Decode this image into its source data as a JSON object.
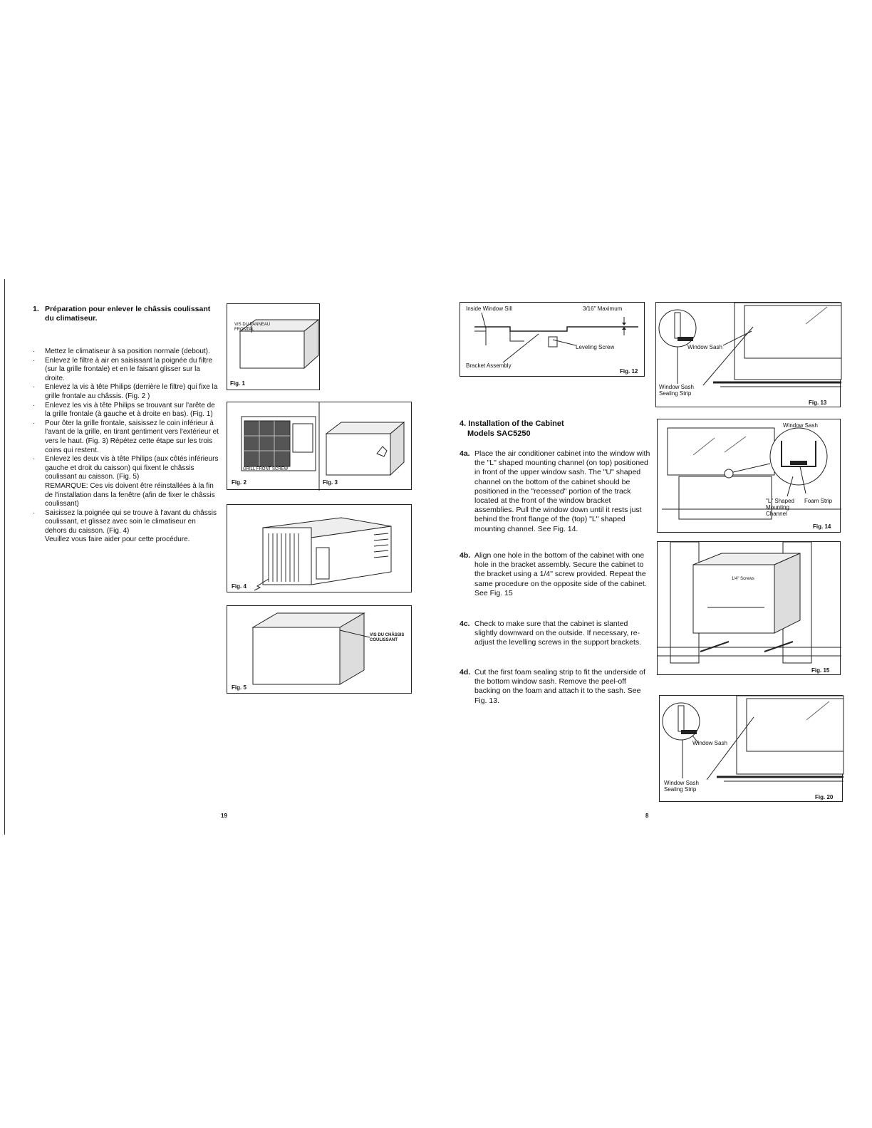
{
  "left_page": {
    "title_num": "1.",
    "title": "Préparation pour enlever le châssis coulissant du climatiseur.",
    "items": [
      {
        "bullet": true,
        "text": "Mettez le climatiseur à sa position normale (debout)."
      },
      {
        "bullet": true,
        "text": "Enlevez le filtre à air en saisissant la poignée du filtre (sur la grille frontale) et en le faisant glisser sur la droite."
      },
      {
        "bullet": true,
        "text": "Enlevez la vis à tête Philips (derrière le filtre) qui fixe la grille frontale au châssis. (Fig. 2 )"
      },
      {
        "bullet": true,
        "text": "Enlevez les vis à tête Philips se trouvant sur l'arête de la grille frontale (à gauche et à droite en bas). (Fig. 1)"
      },
      {
        "bullet": true,
        "text": "Pour ôter la grille frontale, saisissez le coin inférieur à l'avant de la grille, en tirant gentiment vers l'extérieur et vers le haut. (Fig. 3) Répétez cette étape sur les trois coins qui restent."
      },
      {
        "bullet": true,
        "text": "Enlevez les deux vis à tête Philips (aux côtés inférieurs gauche et droit du caisson) qui fixent le châssis coulissant au caisson. (Fig. 5)"
      },
      {
        "bullet": false,
        "text": "REMARQUE: Ces vis doivent être réinstallées à la fin de l'installation dans la fenêtre (afin de fixer le châssis coulissant)"
      },
      {
        "bullet": true,
        "text": "Saisissez la poignée qui se trouve à l'avant du châssis coulissant, et glissez avec soin le climatiseur en dehors du caisson. (Fig. 4)"
      },
      {
        "bullet": false,
        "text": "Veuillez vous faire aider pour cette procédure."
      }
    ],
    "page_number": "19",
    "figures": {
      "fig1": {
        "label": "Fig. 1",
        "callout": "VIS DU PANNEAU FRONTAL"
      },
      "fig2": {
        "label": "Fig. 2",
        "callout": "GRILL FRONT SCREW"
      },
      "fig3": {
        "label": "Fig. 3"
      },
      "fig4": {
        "label": "Fig. 4"
      },
      "fig5": {
        "label": "Fig. 5",
        "callout": "VIS DU CHÂSSIS COULISSANT"
      }
    }
  },
  "right_page": {
    "section_title": "4. Installation of the Cabinet",
    "section_subtitle": "Models SAC5250",
    "steps": [
      {
        "label": "4a.",
        "text": "Place the air conditioner cabinet into the window with the \"L\" shaped mounting channel (on top) positioned in front of the upper window sash. The \"U\" shaped channel on the bottom of the cabinet should be positioned in the \"recessed\" portion of the track located at the front of the window bracket assemblies. Pull the window down until it rests just behind the front flange of the (top) \"L\" shaped mounting channel. See Fig. 14."
      },
      {
        "label": "4b.",
        "text": "Align one hole in the bottom of the cabinet with one hole in the bracket assembly. Secure the cabinet to the bracket using a 1/4\" screw provided. Repeat the same procedure on the opposite side of the cabinet. See Fig. 15"
      },
      {
        "label": "4c.",
        "text": "Check to make sure that the cabinet is slanted slightly downward on the outside. If necessary, re-adjust the levelling screws in the support brackets."
      },
      {
        "label": "4d.",
        "text": "Cut the first foam sealing strip to fit the underside of the bottom window sash. Remove the peel-off backing on the foam and attach it to the sash. See Fig. 13."
      }
    ],
    "page_number": "8",
    "figures": {
      "fig12": {
        "label": "Fig. 12",
        "inside_sill": "Inside Window Sill",
        "maximum": "3/16\" Maximum",
        "leveling": "Leveling Screw",
        "bracket": "Bracket Assembly"
      },
      "fig13": {
        "label": "Fig. 13",
        "sash": "Window Sash",
        "strip": "Window Sash Sealing Strip"
      },
      "fig14": {
        "label": "Fig. 14",
        "sash": "Window Sash",
        "lchannel": "\"L\" Shaped Mounting Channel",
        "foam": "Foam Strip"
      },
      "fig15": {
        "label": "Fig. 15",
        "screw": "1/4\" Screws"
      },
      "fig20": {
        "label": "Fig. 20",
        "sash": "Window Sash",
        "strip": "Window Sash Sealing Strip"
      }
    }
  }
}
